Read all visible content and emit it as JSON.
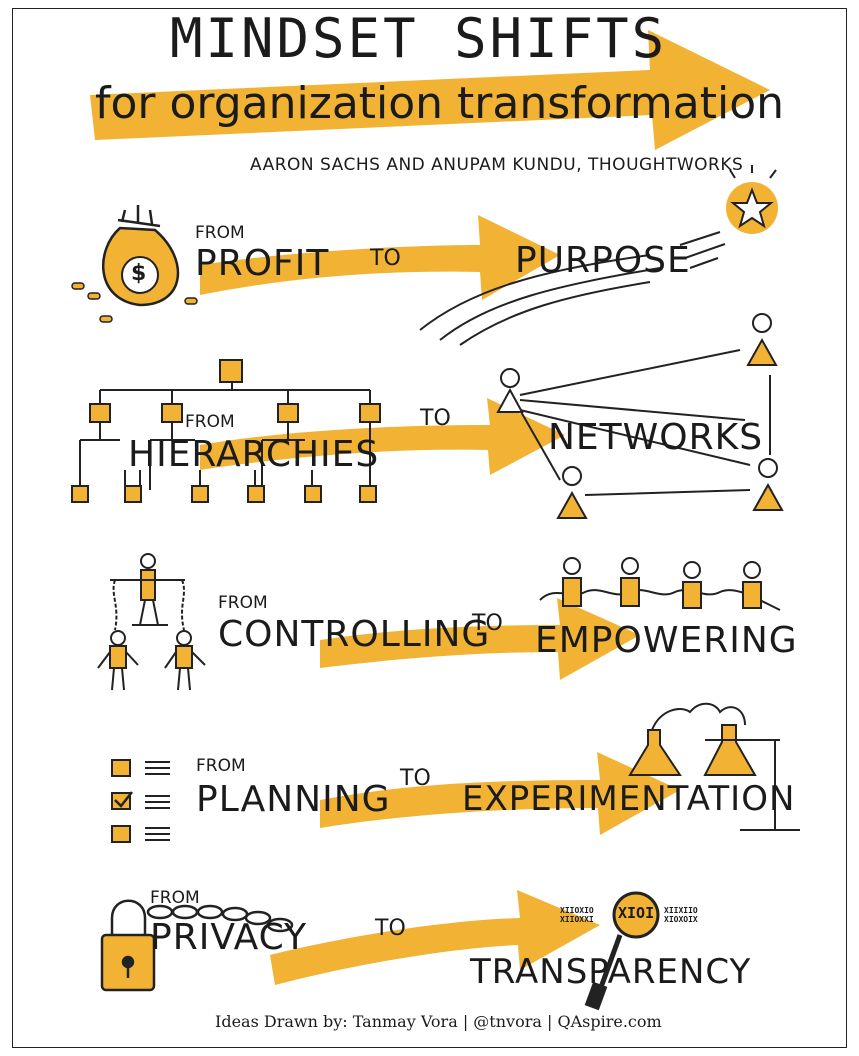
{
  "header": {
    "title": "MINDSET SHIFTS",
    "subtitle": "for organization transformation",
    "authors": "AARON SACHS AND ANUPAM KUNDU, THOUGHTWORKS"
  },
  "shifts": [
    {
      "from_label": "FROM",
      "from": "PROFIT",
      "to_label": "TO",
      "to": "PURPOSE",
      "from_icon": "money-bag-icon",
      "to_icon": "shooting-star-icon"
    },
    {
      "from_label": "FROM",
      "from": "HIERARCHIES",
      "to_label": "TO",
      "to": "NETWORKS",
      "from_icon": "org-chart-icon",
      "to_icon": "people-network-icon"
    },
    {
      "from_label": "FROM",
      "from": "CONTROLLING",
      "to_label": "TO",
      "to": "EMPOWERING",
      "from_icon": "puppet-master-icon",
      "to_icon": "people-holding-hands-icon"
    },
    {
      "from_label": "FROM",
      "from": "PLANNING",
      "to_label": "TO",
      "to": "EXPERIMENTATION",
      "from_icon": "checklist-icon",
      "to_icon": "lab-flasks-icon"
    },
    {
      "from_label": "FROM",
      "from": "PRIVACY",
      "to_label": "TO",
      "to": "TRANSPARENCY",
      "from_icon": "padlock-chain-icon",
      "to_icon": "magnifying-glass-icon"
    }
  ],
  "icons": {
    "money_symbol": "$",
    "binary_left_1": "XIIOXIO",
    "binary_left_2": "XIIOXXI",
    "binary_center": "XIOI",
    "binary_right_1": "XIIXIIO",
    "binary_right_2": "XIOXOIX"
  },
  "footer": {
    "credit": "Ideas Drawn by: Tanmay Vora | @tnvora | QAspire.com"
  },
  "colors": {
    "accent": "#F2B233",
    "ink": "#1b1b1b",
    "background": "#ffffff"
  }
}
